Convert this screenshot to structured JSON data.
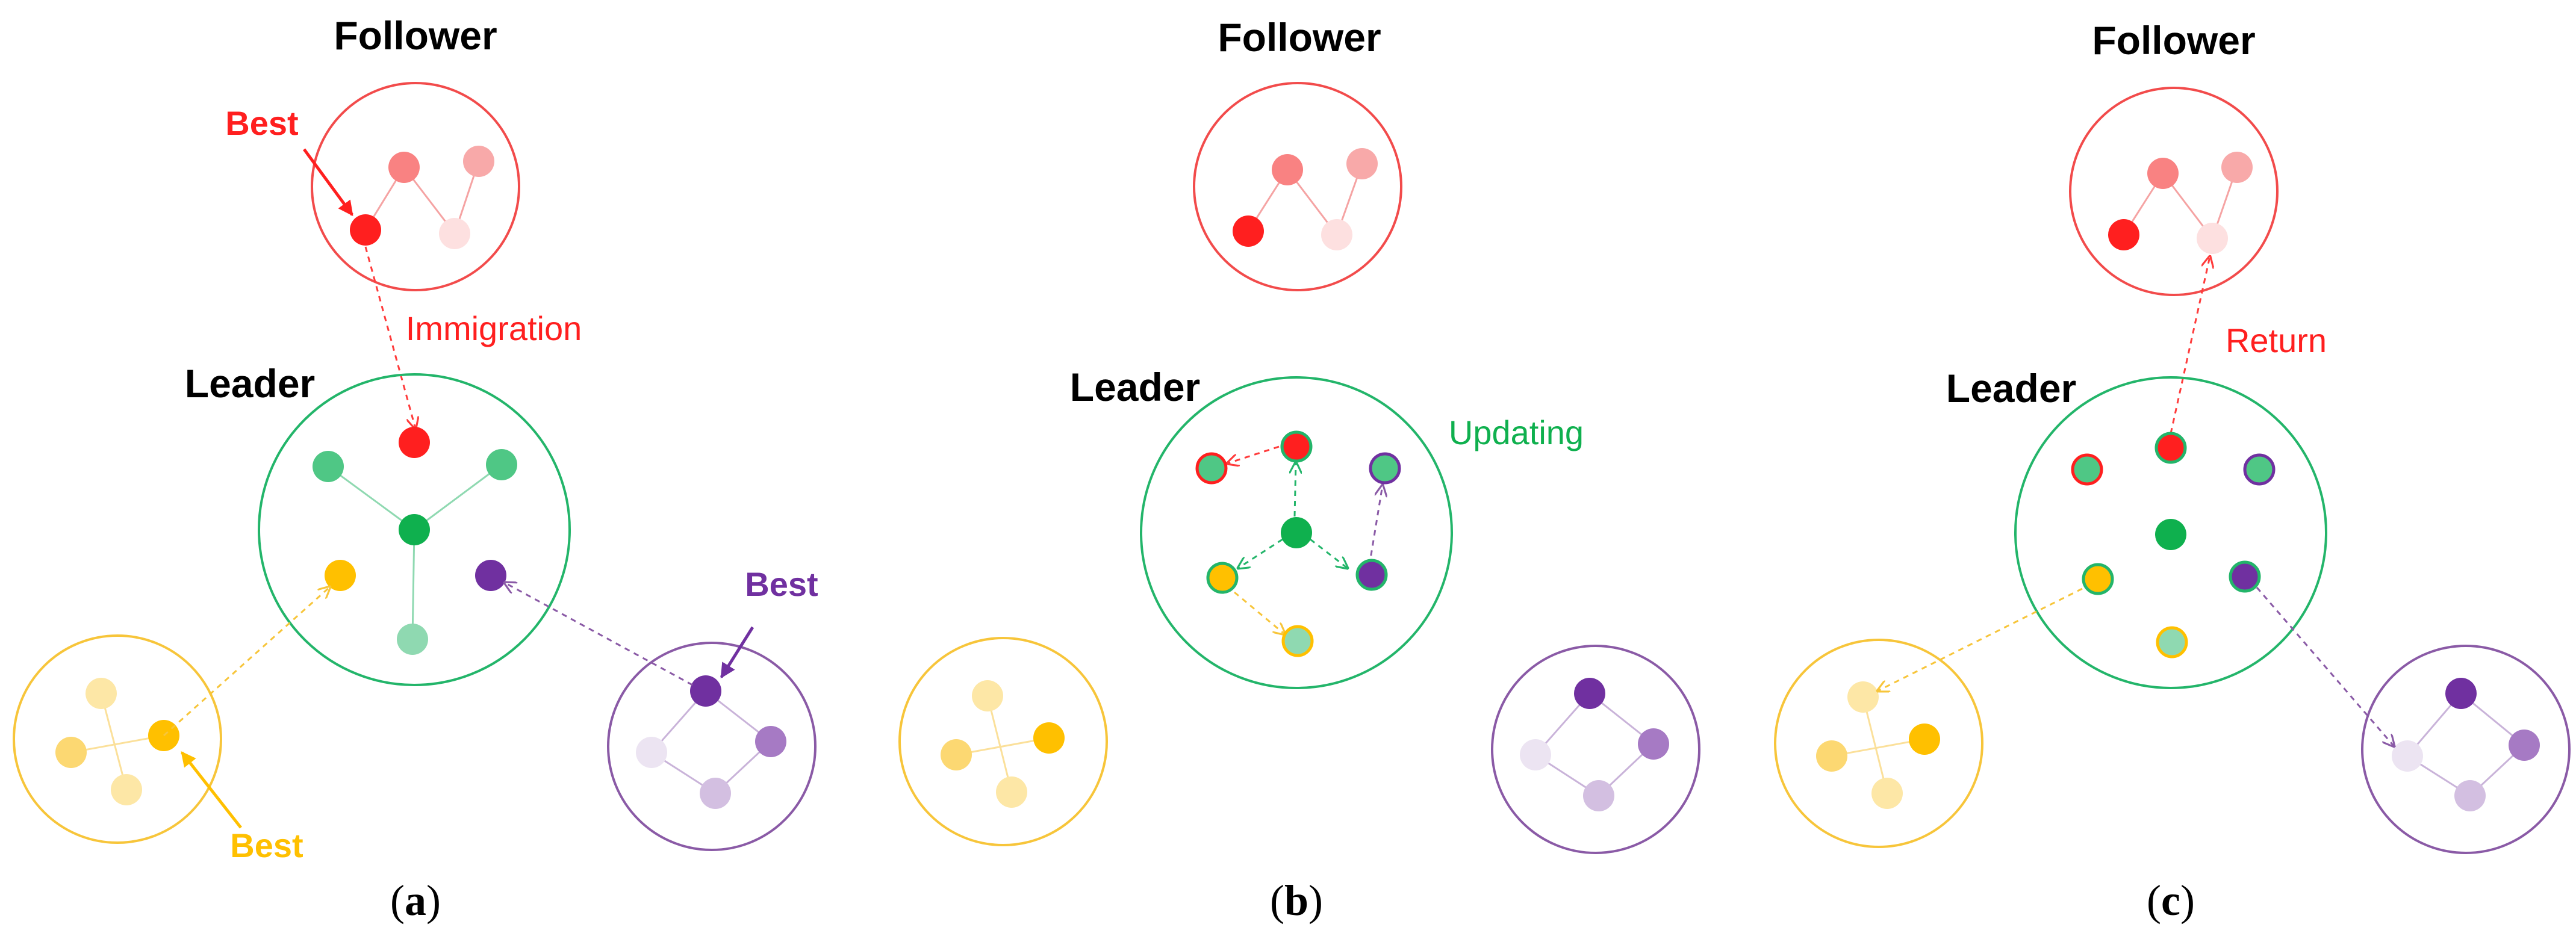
{
  "colors": {
    "red": "#ff1f1f",
    "green": "#0fb04e",
    "yellow": "#ffc000",
    "purple": "#7030a0",
    "red_ring": "#f24b4b",
    "green_ring": "#23b56a",
    "yellow_ring": "#f7c53a",
    "purple_ring": "#8a5aa6"
  },
  "panels": [
    {
      "id": "a",
      "caption_open": "(",
      "caption_letter": "a",
      "caption_close": ")",
      "follower_label": "Follower",
      "leader_label": "Leader",
      "best_red": "Best",
      "best_purple": "Best",
      "best_yellow": "Best",
      "action_label": "Immigration"
    },
    {
      "id": "b",
      "caption_open": "(",
      "caption_letter": "b",
      "caption_close": ")",
      "follower_label": "Follower",
      "leader_label": "Leader",
      "action_label": "Updating"
    },
    {
      "id": "c",
      "caption_open": "(",
      "caption_letter": "c",
      "caption_close": ")",
      "follower_label": "Follower",
      "leader_label": "Leader",
      "action_label": "Return"
    }
  ]
}
